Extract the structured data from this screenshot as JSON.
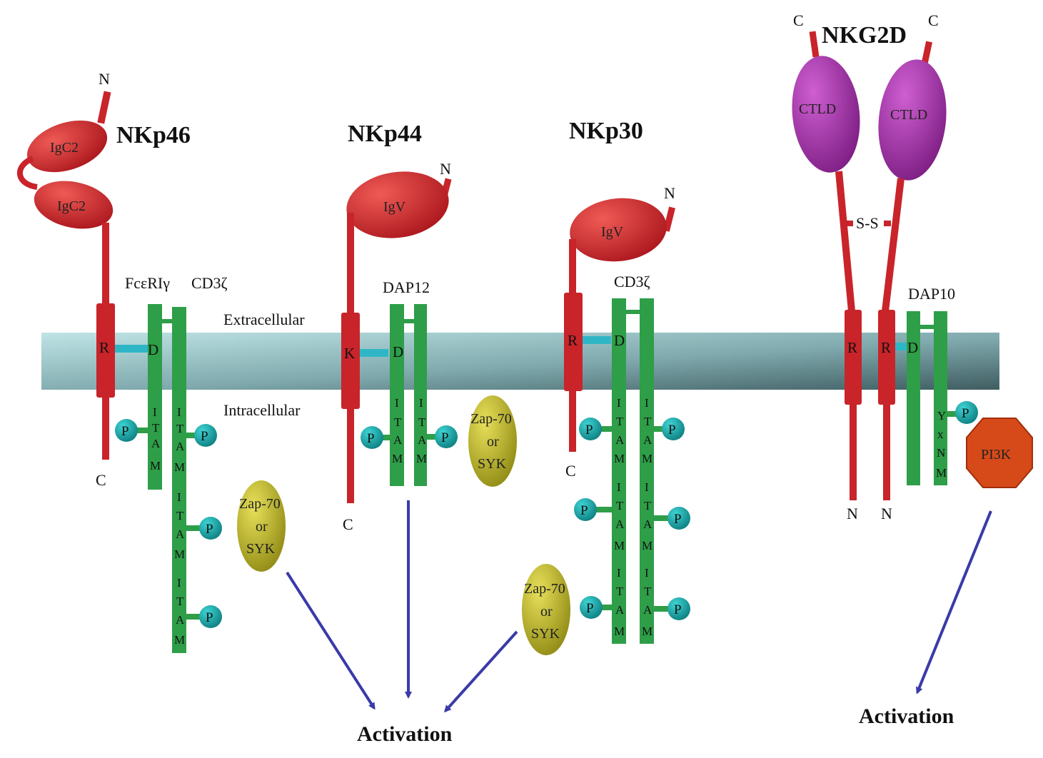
{
  "receptors": {
    "nkp46": {
      "name": "NKp46",
      "domain1": "IgC2",
      "domain2": "IgC2",
      "n_term": "N",
      "c_term": "C",
      "residue": "R"
    },
    "nkp44": {
      "name": "NKp44",
      "domain": "IgV",
      "n_term": "N",
      "c_term": "C",
      "residue": "K"
    },
    "nkp30": {
      "name": "NKp30",
      "domain": "IgV",
      "n_term": "N",
      "c_term": "C",
      "residue": "R"
    },
    "nkg2d": {
      "name": "NKG2D",
      "domain_left": "CTLD",
      "domain_right": "CTLD",
      "c_left": "C",
      "c_right": "C",
      "n_left": "N",
      "n_right": "N",
      "residue_left": "R",
      "residue_right": "R",
      "disulfide": "S-S"
    }
  },
  "adaptors": {
    "fcer1g": "FcεRIγ",
    "cd3z_1": "CD3ζ",
    "dap12": "DAP12",
    "cd3z_2": "CD3ζ",
    "dap10": "DAP10",
    "aspartate": "D"
  },
  "membrane": {
    "extracellular": "Extracellular",
    "intracellular": "Intracellular",
    "color": "#8fb9bd"
  },
  "motifs": {
    "itam": [
      "I",
      "T",
      "A",
      "M"
    ],
    "yxnm": [
      "Y",
      "x",
      "N",
      "M"
    ],
    "phospho": "P"
  },
  "kinases": {
    "zap70_line1": "Zap-70",
    "zap70_line2": "or",
    "zap70_line3": "SYK",
    "pi3k": "PI3K"
  },
  "outcomes": {
    "activation_left": "Activation",
    "activation_right": "Activation"
  },
  "colors": {
    "receptor": "#c8242a",
    "adaptor": "#2e9e48",
    "phospho": "#0e9e9e",
    "kinase": "#b3ad1e",
    "ctld": "#9a2fa0",
    "pi3k": "#d64a1a",
    "arrow": "#3a3aa8"
  }
}
